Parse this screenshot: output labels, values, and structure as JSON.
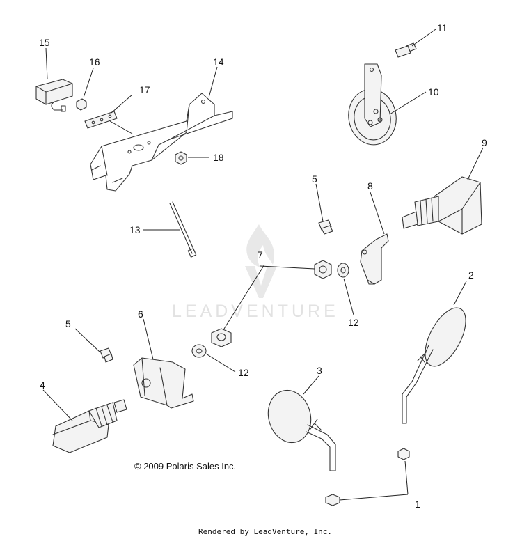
{
  "watermark": {
    "text": "LEADVENTURE"
  },
  "copyright": "© 2009 Polaris Sales Inc.",
  "footer": "Rendered by LeadVenture, Inc.",
  "callouts": [
    {
      "id": "c15",
      "label": "15"
    },
    {
      "id": "c16",
      "label": "16"
    },
    {
      "id": "c14",
      "label": "14"
    },
    {
      "id": "c17",
      "label": "17"
    },
    {
      "id": "c18",
      "label": "18"
    },
    {
      "id": "c13",
      "label": "13"
    },
    {
      "id": "c11",
      "label": "11"
    },
    {
      "id": "c10",
      "label": "10"
    },
    {
      "id": "c9",
      "label": "9"
    },
    {
      "id": "c5a",
      "label": "5"
    },
    {
      "id": "c8",
      "label": "8"
    },
    {
      "id": "c7",
      "label": "7"
    },
    {
      "id": "c12a",
      "label": "12"
    },
    {
      "id": "c2",
      "label": "2"
    },
    {
      "id": "c5b",
      "label": "5"
    },
    {
      "id": "c6",
      "label": "6"
    },
    {
      "id": "c12b",
      "label": "12"
    },
    {
      "id": "c4",
      "label": "4"
    },
    {
      "id": "c3",
      "label": "3"
    },
    {
      "id": "c1",
      "label": "1"
    }
  ]
}
